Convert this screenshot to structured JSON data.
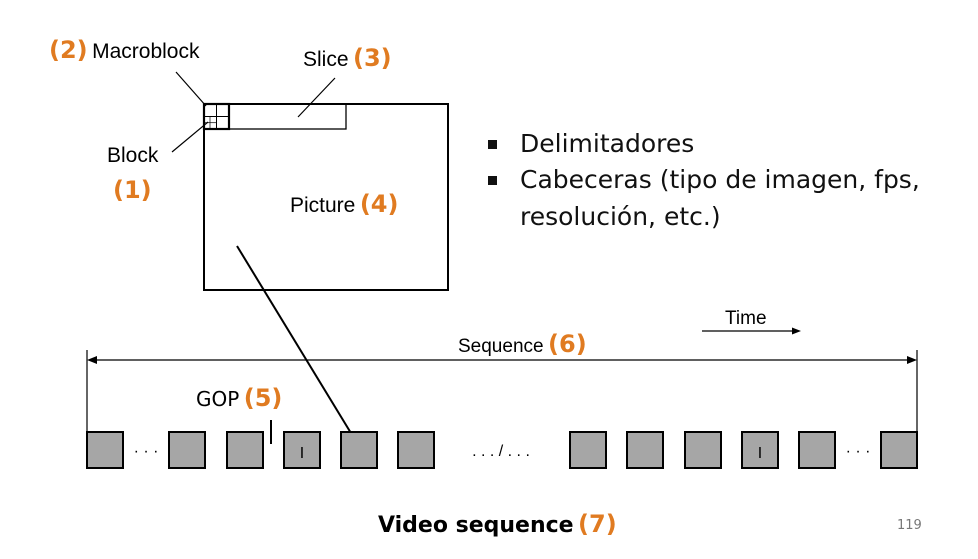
{
  "labels": {
    "macroblock": {
      "num": "(2)",
      "text": "Macroblock"
    },
    "slice": {
      "text": "Slice",
      "num": "(3)"
    },
    "block": {
      "text": "Block",
      "num": "(1)"
    },
    "picture": {
      "text": "Picture",
      "num": "(4)"
    },
    "time": "Time",
    "sequence": {
      "text": "Sequence",
      "num": "(6)"
    },
    "gop": {
      "text": "GOP",
      "num": "(5)"
    }
  },
  "bullets": [
    "Delimitadores",
    "Cabeceras (tipo de imagen, fps, resolución, etc.)"
  ],
  "frames": {
    "left_dots": "· · ·",
    "middle_dots": ". . . / . . .",
    "right_dots": "· · ·",
    "i_frame_label": "I"
  },
  "footer": {
    "title": "Video sequence",
    "num": "(7)"
  },
  "page_number": "119",
  "colors": {
    "accent": "#e07b21",
    "frame_fill": "#a6a6a6",
    "line": "#000000"
  }
}
